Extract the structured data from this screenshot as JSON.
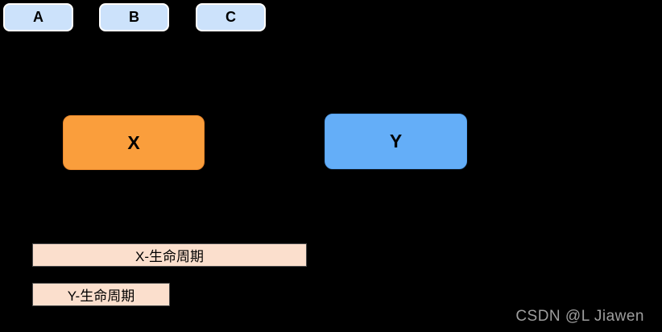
{
  "top_row": {
    "boxes": [
      {
        "label": "A"
      },
      {
        "label": "B"
      },
      {
        "label": "C"
      }
    ]
  },
  "objects": {
    "x": {
      "label": "X",
      "fill": "#FA9E3C"
    },
    "y": {
      "label": "Y",
      "fill": "#64AEF8"
    }
  },
  "lifecycles": {
    "x": {
      "label": "X-生命周期"
    },
    "y": {
      "label": "Y-生命周期"
    }
  },
  "watermark": {
    "text": "CSDN @L Jiawen",
    "color": "#9E9E9E"
  },
  "palette": {
    "background": "#000000",
    "top_box_fill": "#CCE2FB",
    "top_box_border": "#FFFFFF",
    "x_box_fill": "#FA9E3C",
    "y_box_fill": "#64AEF8",
    "lifecycle_fill": "#FBDFCD",
    "lifecycle_border": "#4A4A4A",
    "label_text": "#000000"
  }
}
